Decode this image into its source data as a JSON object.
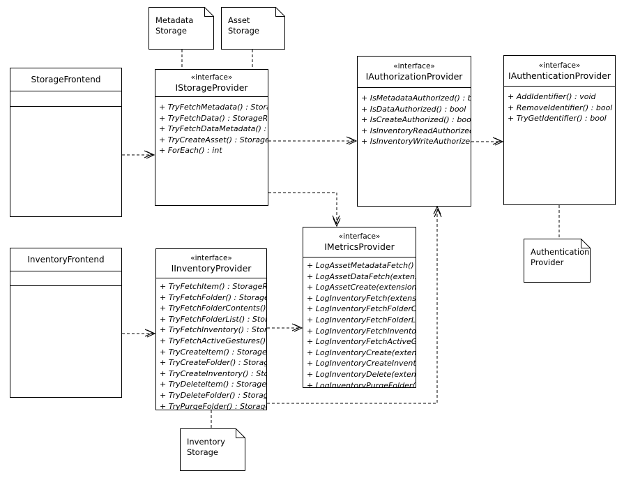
{
  "colors": {
    "stroke": "#000000",
    "fill": "#ffffff",
    "background": "#ffffff"
  },
  "notes": {
    "metadata_storage": "Metadata\nStorage",
    "asset_storage": "Asset\nStorage",
    "authentication_provider": "Authentication\nProvider",
    "inventory_storage": "Inventory\nStorage"
  },
  "classes": {
    "storage_frontend": {
      "name": "StorageFrontend"
    },
    "inventory_frontend": {
      "name": "InventoryFrontend"
    },
    "istorage_provider": {
      "stereotype": "«interface»",
      "name": "IStorageProvider",
      "methods": [
        "+ TryFetchMetadata() : Stora",
        "+ TryFetchData() : StorageRe",
        "+ TryFetchDataMetadata() : .",
        "+ TryCreateAsset() : Storage",
        "+ ForEach() : int"
      ]
    },
    "iauthorization_provider": {
      "stereotype": "«interface»",
      "name": "IAuthorizationProvider",
      "methods": [
        "+ IsMetadataAuthorized() : b",
        "+ IsDataAuthorized() : bool",
        "+ IsCreateAuthorized() : boo",
        "+ IsInventoryReadAuthorized",
        "+ IsInventoryWriteAuthorized"
      ]
    },
    "iauthentication_provider": {
      "stereotype": "«interface»",
      "name": "IAuthenticationProvider",
      "methods": [
        "+ AddIdentifier() : void",
        "+ RemoveIdentifier() : bool",
        "+ TryGetIdentifier() : bool"
      ]
    },
    "iinventory_provider": {
      "stereotype": "«interface»",
      "name": "IInventoryProvider",
      "methods": [
        "+ TryFetchItem() : StorageRe",
        "+ TryFetchFolder() : StorageF",
        "+ TryFetchFolderContents() :",
        "+ TryFetchFolderList() : Stora",
        "+ TryFetchInventory() : Stora",
        "+ TryFetchActiveGestures() :",
        "+ TryCreateItem() : StorageR",
        "+ TryCreateFolder() : Storage",
        "+ TryCreateInventory() : Sto.",
        "+ TryDeleteItem() : StorageR",
        "+ TryDeleteFolder() : Storage",
        "+ TryPurgeFolder() : Storage"
      ]
    },
    "imetrics_provider": {
      "stereotype": "«interface»",
      "name": "IMetricsProvider",
      "methods": [
        "+ LogAssetMetadataFetch() :",
        "+ LogAssetDataFetch(extens.",
        "+ LogAssetCreate(extension:",
        "+ LogInventoryFetch(extensi",
        "+ LogInventoryFetchFolderCo",
        "+ LogInventoryFetchFolderLi",
        "+ LogInventoryFetchInvento",
        "+ LogInventoryFetchActiveGe",
        "+ LogInventoryCreate(exten:",
        "+ LogInventoryCreateInvent",
        "+ LogInventoryDelete(extens",
        "+ LogInventoryPurgeFolder(e"
      ]
    }
  }
}
